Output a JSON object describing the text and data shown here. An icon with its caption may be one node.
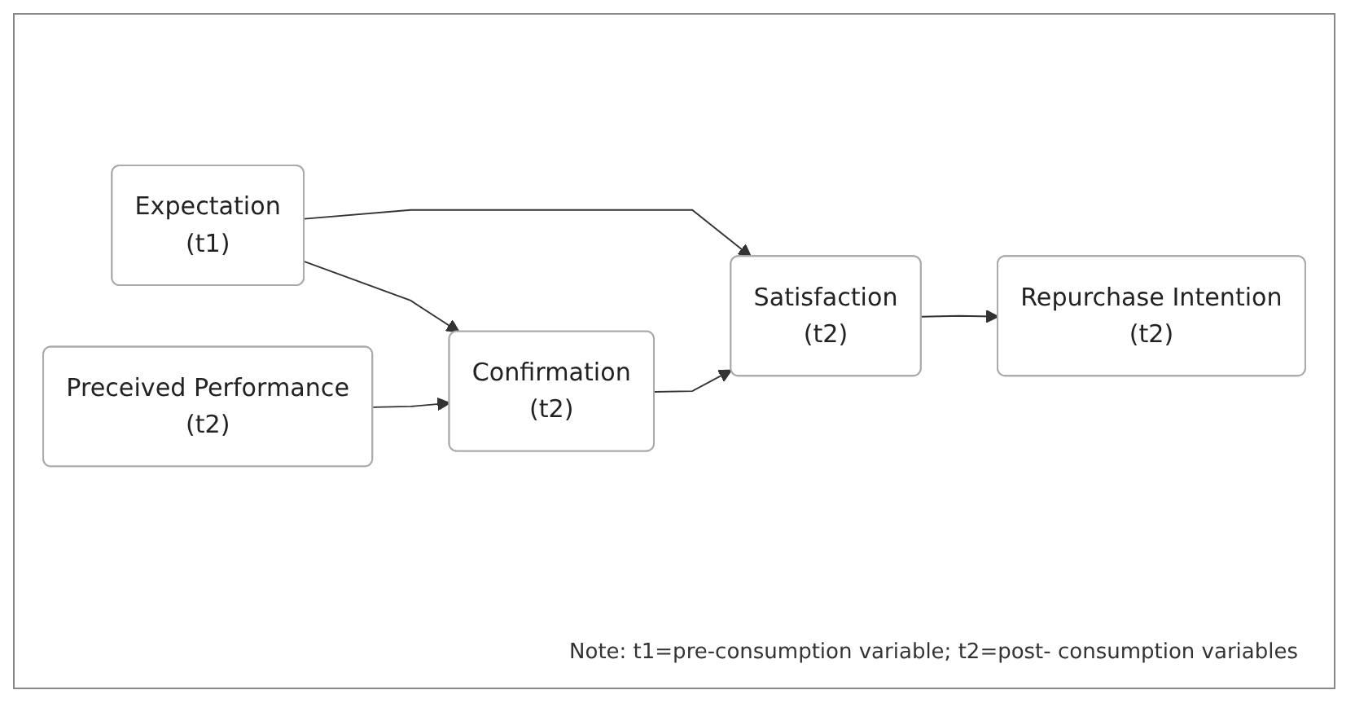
{
  "diagram": {
    "nodes": [
      {
        "text": [
          "Expectation",
          "(t1)"
        ]
      },
      {
        "text": [
          "Preceived Performance",
          "(t2)"
        ]
      },
      {
        "text": [
          "Confirmation",
          "(t2)"
        ]
      },
      {
        "text": [
          "Satisfaction",
          "(t2)"
        ]
      },
      {
        "text": [
          "Repurchase Intention",
          "(t2)"
        ]
      }
    ],
    "edges": [
      {
        "from": 0,
        "to": 2,
        "arrow": "to"
      },
      {
        "from": 0,
        "to": 3,
        "arrow": "to"
      },
      {
        "from": 1,
        "to": 2,
        "arrow": "to"
      },
      {
        "from": 2,
        "to": 3,
        "arrow": "to"
      },
      {
        "from": 3,
        "to": 4,
        "arrow": "to"
      }
    ],
    "labels": [
      "Note: t1=pre-consumption variable; t2=post- consumption variables"
    ]
  }
}
